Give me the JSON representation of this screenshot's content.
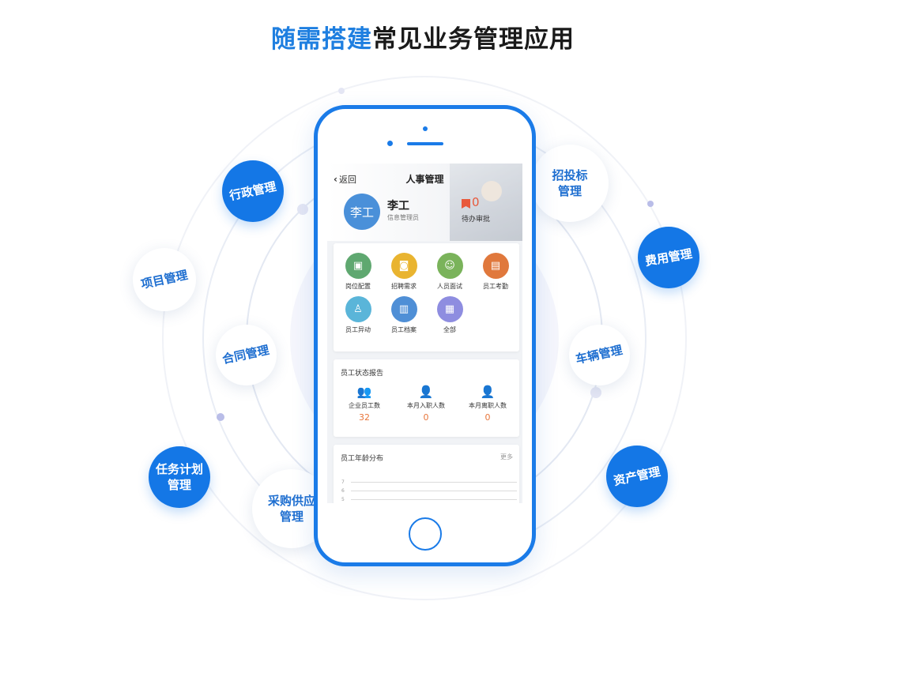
{
  "headline": {
    "highlight": "随需搭建",
    "rest": "常见业务管理应用"
  },
  "colors": {
    "brand_blue": "#1477e6",
    "phone_blue": "#1a7be8",
    "accent_orange": "#e8763c",
    "bubble_text_blue": "#1f6fd0"
  },
  "bubbles": {
    "admin": "行政管理",
    "bidding": {
      "line1": "招投标",
      "line2": "管理"
    },
    "expense": "费用管理",
    "project": "项目管理",
    "contract": "合同管理",
    "vehicle": "车辆管理",
    "task": {
      "line1": "任务计划",
      "line2": "管理"
    },
    "procurement": {
      "line1": "采购供应",
      "line2": "管理"
    },
    "asset": "资产管理"
  },
  "app": {
    "back_label": "返回",
    "back_icon": "chevron-left-icon",
    "title": "人事管理",
    "user": {
      "avatar_text": "李工",
      "name": "李工",
      "role": "信息管理员"
    },
    "todo": {
      "icon": "bookmark-icon",
      "count": "0",
      "label": "待办审批"
    },
    "modules": [
      {
        "label": "岗位配置",
        "icon": "id-card-icon",
        "color": "#5fa870",
        "glyph": "▣"
      },
      {
        "label": "招聘需求",
        "icon": "resume-icon",
        "color": "#e9b430",
        "glyph": "◙"
      },
      {
        "label": "人员面试",
        "icon": "users-icon",
        "color": "#7ab35b",
        "glyph": "☺"
      },
      {
        "label": "员工考勤",
        "icon": "calendar-check-icon",
        "color": "#e0783c",
        "glyph": "▤"
      },
      {
        "label": "员工异动",
        "icon": "user-transfer-icon",
        "color": "#5ab5d9",
        "glyph": "♙"
      },
      {
        "label": "员工档案",
        "icon": "archive-icon",
        "color": "#4f8fd6",
        "glyph": "▥"
      },
      {
        "label": "全部",
        "icon": "grid-icon",
        "color": "#8e8de0",
        "glyph": "▦"
      }
    ],
    "status_report": {
      "title": "员工状态报告",
      "items": [
        {
          "label": "企业员工数",
          "value": "32",
          "icon": "team-icon",
          "color": "#5ab0e6"
        },
        {
          "label": "本月入职人数",
          "value": "0",
          "icon": "user-join-icon",
          "color": "#6cae3f"
        },
        {
          "label": "本月离职人数",
          "value": "0",
          "icon": "user-leave-icon",
          "color": "#e9b430"
        }
      ]
    },
    "age_distribution": {
      "title": "员工年龄分布",
      "more": "更多",
      "y_ticks": [
        "7",
        "6",
        "5"
      ]
    }
  }
}
